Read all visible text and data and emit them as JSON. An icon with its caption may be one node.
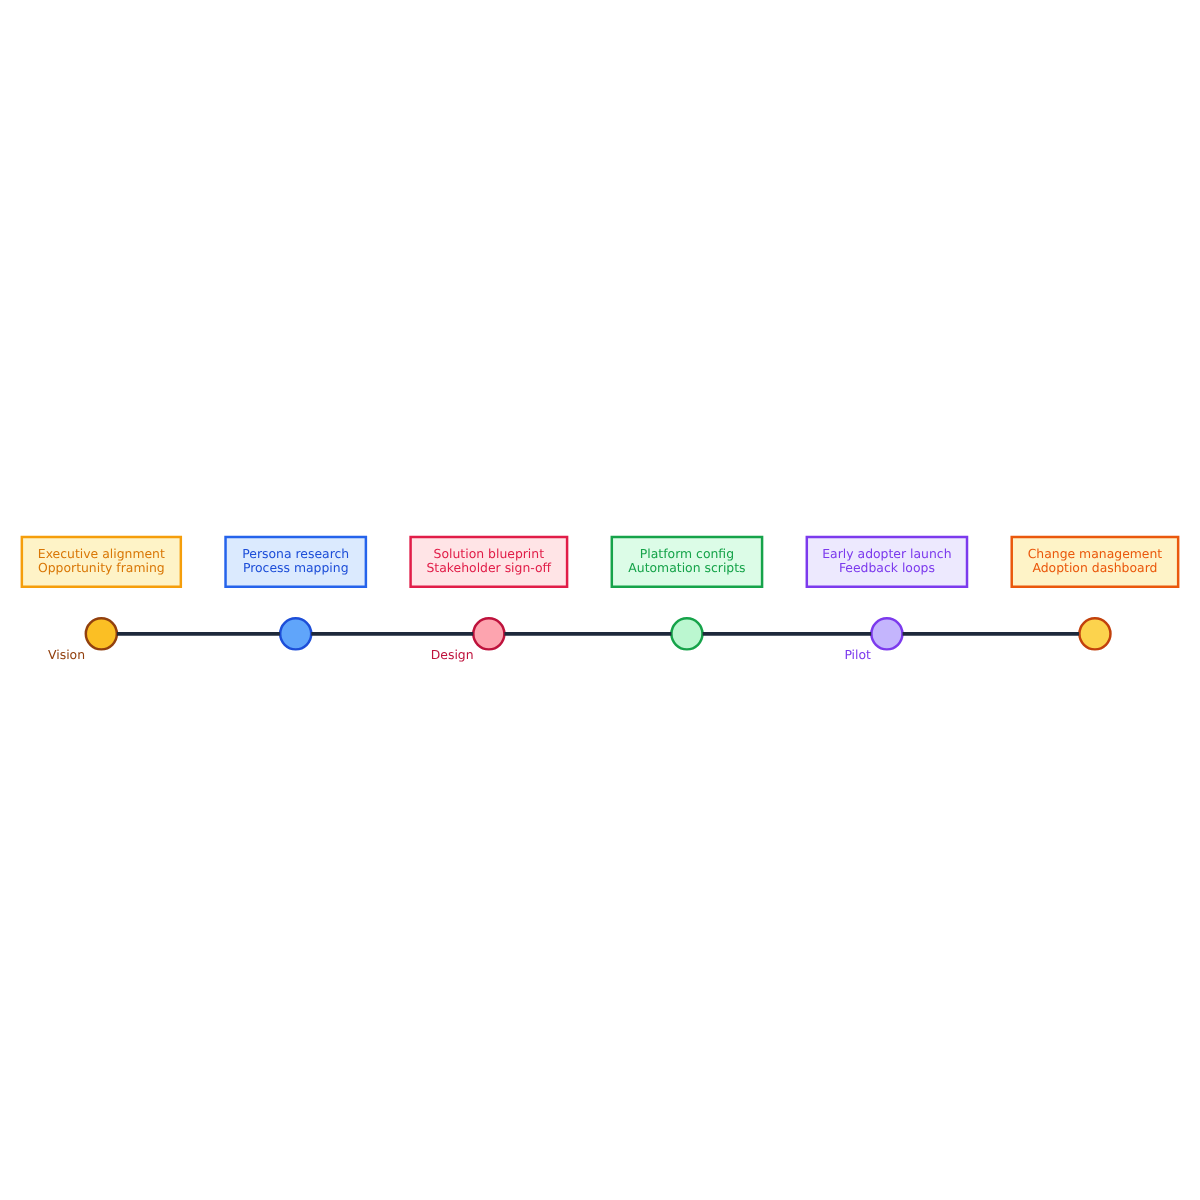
{
  "diagram": {
    "nodes": [
      {
        "text": [],
        "shape": "circle",
        "beside": [
          "Vision"
        ]
      },
      {
        "text": [],
        "shape": "circle"
      },
      {
        "text": [],
        "shape": "circle",
        "beside": [
          "Design"
        ]
      },
      {
        "text": [],
        "shape": "circle"
      },
      {
        "text": [],
        "shape": "circle",
        "beside": [
          "Pilot"
        ]
      },
      {
        "text": [],
        "shape": "circle"
      },
      {
        "text": [
          "Executive alignment",
          "Opportunity framing"
        ]
      },
      {
        "text": [
          "Persona research",
          "Process mapping"
        ]
      },
      {
        "text": [
          "Solution blueprint",
          "Stakeholder sign-off"
        ]
      },
      {
        "text": [
          "Platform config",
          "Automation scripts"
        ]
      },
      {
        "text": [
          "Early adopter launch",
          "Feedback loops"
        ]
      },
      {
        "text": [
          "Change management",
          "Adoption dashboard"
        ]
      }
    ],
    "edges": [
      {
        "from": 0,
        "to": 1,
        "arrow": "none"
      },
      {
        "from": 1,
        "to": 2,
        "arrow": "none"
      },
      {
        "from": 2,
        "to": 3,
        "arrow": "none"
      },
      {
        "from": 3,
        "to": 4,
        "arrow": "none"
      },
      {
        "from": 4,
        "to": 5,
        "arrow": "none"
      }
    ]
  }
}
